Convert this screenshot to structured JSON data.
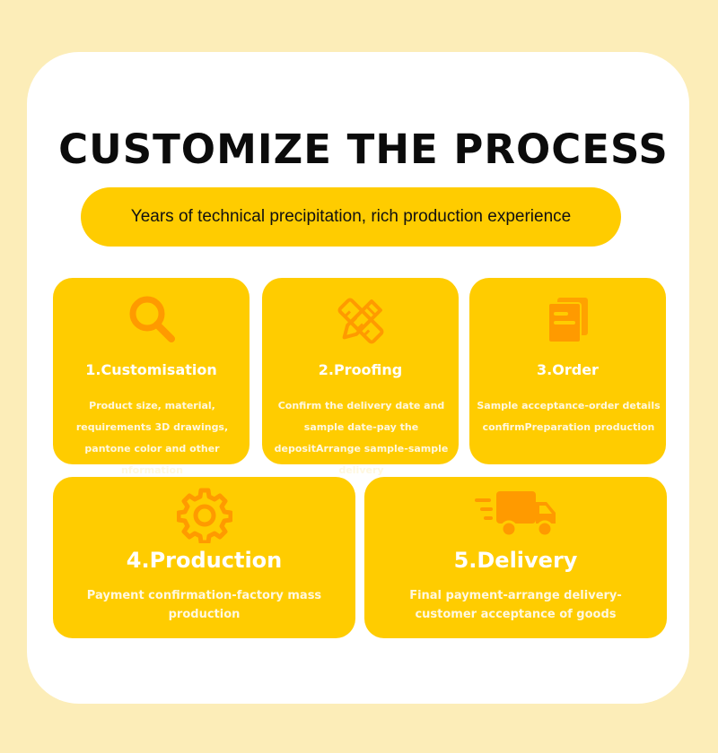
{
  "title": "CUSTOMIZE THE PROCESS",
  "subtitle": "Years of technical precipitation, rich production experience",
  "colors": {
    "background": "#fcedb8",
    "card": "#ffffff",
    "accent": "#ffcc00",
    "icon": "#ff9a00",
    "heading": "#0b0b0b"
  },
  "steps": [
    {
      "title": "1.Customisation",
      "description": "Product size, material, requirements 3D drawings, pantone color and other nformation",
      "icon": "search-icon"
    },
    {
      "title": "2.Proofing",
      "description": "Confirm the delivery date and sample date-pay the depositArrange sample-sample delivery",
      "icon": "pencil-ruler-icon"
    },
    {
      "title": "3.Order",
      "description": "Sample acceptance-order details confirmPreparation production",
      "icon": "document-icon"
    },
    {
      "title": "4.Production",
      "description": "Payment confirmation-factory mass production",
      "icon": "gear-icon"
    },
    {
      "title": "5.Delivery",
      "description": "Final payment-arrange delivery-customer acceptance of goods",
      "icon": "delivery-truck-icon"
    }
  ]
}
